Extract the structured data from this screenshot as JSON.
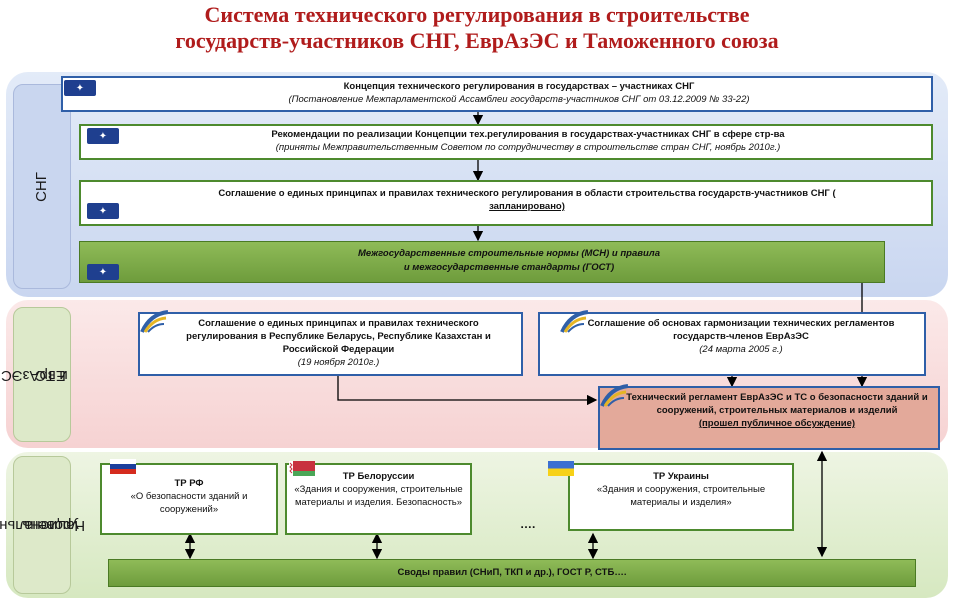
{
  "title": {
    "line1": "Система технического регулирования в строительстве",
    "line2": "государств-участников СНГ, ЕврАзЭС и Таможенного союза"
  },
  "sections": {
    "cis": "СНГ",
    "eaes_line1": "ЕврАзЭС",
    "eaes_line2": "и ТС",
    "national_line1": "Национальный",
    "national_line2": "уровень"
  },
  "cis_boxes": [
    {
      "title": "Концепция технического регулирования в государствах – участниках СНГ",
      "note": "(Постановление Межпарламентской Ассамблеи государств-участников СНГ от 03.12.2009 № 33-22)"
    },
    {
      "title": "Рекомендации по реализации Концепции тех.регулирования в государствах-участниках СНГ в сфере стр-ва",
      "note": "(приняты Межправительственным Советом по сотрудничеству в строительстве стран СНГ, ноябрь 2010г.)"
    },
    {
      "title_line1": "Соглашение о единых принципах и правилах технического регулирования в области строительства государств-участников СНГ (",
      "title_line2": "запланировано)"
    },
    {
      "line1": "Межгосударственные строительные нормы (МСН) и правила",
      "line2": "и межгосударственные стандарты (ГОСТ)"
    }
  ],
  "eaes_boxes": [
    {
      "text": "Соглашение о единых принципах и правилах технического регулирования в Республике Беларусь, Республике Казахстан и Российской Федерации",
      "note": "(19 ноября 2010г.)"
    },
    {
      "text": "Соглашение об основах гармонизации технических регламентов государств-членов ЕврАзЭС",
      "note": "(24 марта 2005 г.)"
    },
    {
      "text": "Технический регламент ЕврАзЭС и ТС о безопасности зданий и сооружений, строительных материалов и изделий",
      "note": "(прошел публичное обсуждение)"
    }
  ],
  "national_boxes": [
    {
      "title": "ТР РФ",
      "text": "«О безопасности зданий и сооружений»"
    },
    {
      "title": "ТР Белоруссии",
      "text": "«Здания и сооружения, строительные материалы и изделия. Безопасность»"
    },
    {
      "title": "ТР Украины",
      "text": "«Здания и сооружения, строительные материалы и изделия»"
    }
  ],
  "ellipsis": "….",
  "bottom_bar": "Своды правил (СНиП, ТКП и др.), ГОСТ Р, СТБ….",
  "colors": {
    "title": "#b01c1c",
    "box_border_blue": "#2f5fa8",
    "box_border_green": "#4d8a2e",
    "green_fill": "#7aa845",
    "tr_fill": "#e3a99a"
  },
  "icons": [
    "cis-emblem-icon",
    "eaes-logo-icon",
    "russia-flag-icon",
    "belarus-flag-icon",
    "ukraine-flag-icon"
  ]
}
